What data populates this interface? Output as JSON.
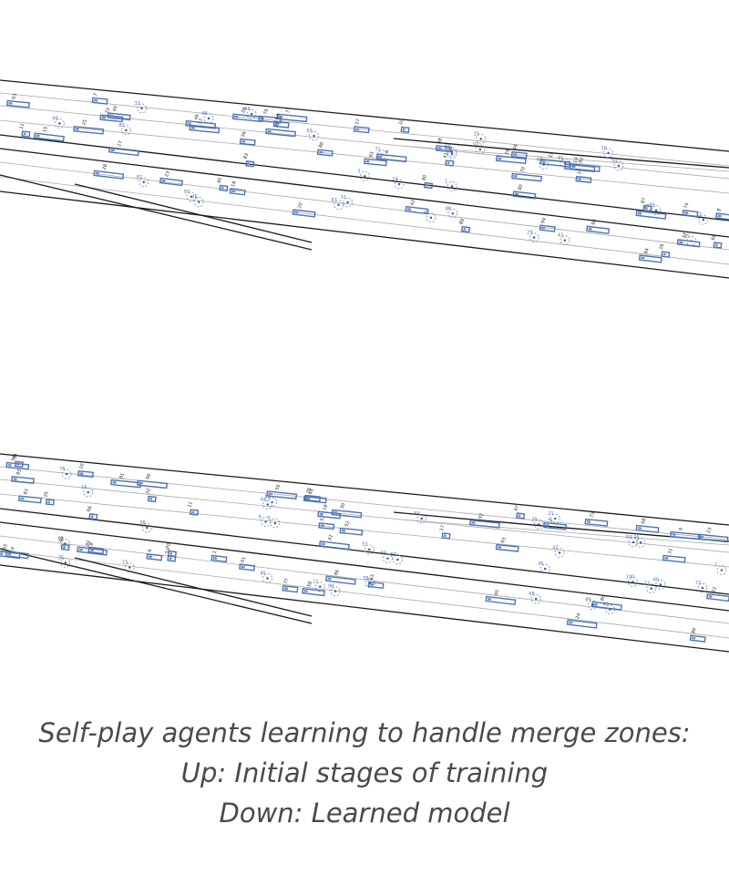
{
  "caption": {
    "line1": "Self-play agents learning to handle merge zones:",
    "line2": "Up: Initial stages of training",
    "line3": "Down: Learned model"
  },
  "colors": {
    "road_edge": "#1a1a1a",
    "lane_line": "#a9a9a9",
    "agent_vehicle": "#4d74b3",
    "agent_pedestrian": "#6b86b8"
  },
  "panels": [
    {
      "id": "top",
      "agent_ids": [
        "66",
        "35",
        "57",
        "17",
        "84",
        "18",
        "99",
        "33",
        "27",
        "10",
        "19",
        "81",
        "72",
        "93",
        "86",
        "67",
        "48",
        "70",
        "92",
        "25",
        "49",
        "16",
        "37",
        "80",
        "41",
        "89",
        "75",
        "43",
        "15",
        "90",
        "83",
        "68",
        "98",
        "88",
        "32",
        "63",
        "20",
        "56",
        "60",
        "77",
        "31",
        "11",
        "94",
        "79",
        "62",
        "12",
        "26",
        "87",
        "18",
        "42",
        "23",
        "24",
        "28",
        "74",
        "15",
        "49",
        "58",
        "46",
        "7",
        "45",
        "97",
        "50",
        "87",
        "80",
        "50",
        "26",
        "80",
        "65",
        "8",
        "64",
        "99",
        "29",
        "1",
        "6",
        "37",
        "66",
        "23",
        "19",
        "84",
        "3"
      ]
    },
    {
      "id": "bottom",
      "agent_ids": [
        "25",
        "23",
        "12",
        "91",
        "48",
        "86",
        "59",
        "15",
        "57",
        "73",
        "62",
        "92",
        "31",
        "17",
        "96",
        "98",
        "50",
        "36",
        "40",
        "22",
        "76",
        "46",
        "89",
        "95",
        "47",
        "55",
        "60",
        "77",
        "33",
        "48",
        "11",
        "29",
        "24",
        "10",
        "53",
        "32",
        "85",
        "18",
        "44",
        "82",
        "93",
        "21",
        "64",
        "35",
        "6",
        "45",
        "49",
        "13",
        "14",
        "28",
        "70",
        "2",
        "8",
        "56",
        "66",
        "52",
        "1",
        "5",
        "47",
        "88",
        "38",
        "54",
        "39",
        "9",
        "87",
        "100",
        "83",
        "37",
        "72",
        "34",
        "61",
        "80",
        "42",
        "7",
        "89",
        "9",
        "58",
        "30",
        "63",
        "4"
      ]
    }
  ]
}
